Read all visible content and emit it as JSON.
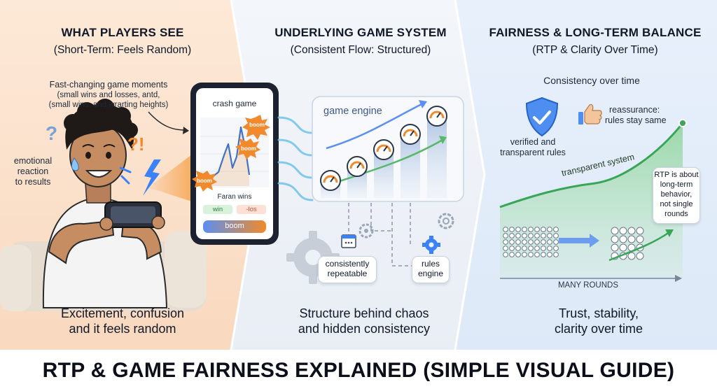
{
  "colors": {
    "left_panel": "#fbe3cf",
    "middle_panel": "#eef2f8",
    "right_panel": "#e3edf9",
    "accent_orange": "#f08a2c",
    "accent_green": "#57b86a",
    "accent_blue": "#3b82f6"
  },
  "panels": {
    "players": {
      "heading": "WHAT PLAYERS SEE",
      "subheading": "(Short-Term: Feels Random)",
      "annotation_line1": "Fast-changing game moments",
      "annotation_line2": "(small wins and losses, antd,",
      "annotation_line3": "(small wins, and wrarting heights)",
      "reaction_line1": "emotional",
      "reaction_line2": "reaction",
      "reaction_line3": "to results",
      "caption_line1": "Excitement, confusion",
      "caption_line2": "and it feels random",
      "phone": {
        "title": "crash game",
        "burst_labels": [
          "boom",
          "boom",
          "boom"
        ],
        "status_text": "Faran wins",
        "win_label": "win",
        "loss_label": "-los",
        "button_label": "boom"
      }
    },
    "system": {
      "heading": "UNDERLYING GAME SYSTEM",
      "subheading": "(Consistent Flow: Structured)",
      "engine_label": "game engine",
      "repeatable_line1": "consistently",
      "repeatable_line2": "repeatable",
      "rules_line1": "rules",
      "rules_line2": "engine",
      "caption_line1": "Structure behind chaos",
      "caption_line2": "and hidden consistency"
    },
    "fairness": {
      "heading": "FAIRNESS & LONG-TERM BALANCE",
      "subheading": "(RTP & Clarity Over Time)",
      "consistency_label": "Consistency over time",
      "verified_line1": "verified and",
      "verified_line2": "transparent rules",
      "reassurance_line1": "reassurance:",
      "reassurance_line2": "rules stay same",
      "curve_label": "transparent system",
      "rtp_note_line1": "RTP is about",
      "rtp_note_line2": "long-term",
      "rtp_note_line3": "behavior,",
      "rtp_note_line4": "not single",
      "rtp_note_line5": "rounds",
      "axis_label": "MANY ROUNDS",
      "caption_line1": "Trust, stability,",
      "caption_line2": "clarity over time"
    }
  },
  "footer": {
    "title": "RTP & GAME FAIRNESS EXPLAINED (SIMPLE VISUAL GUIDE)"
  }
}
